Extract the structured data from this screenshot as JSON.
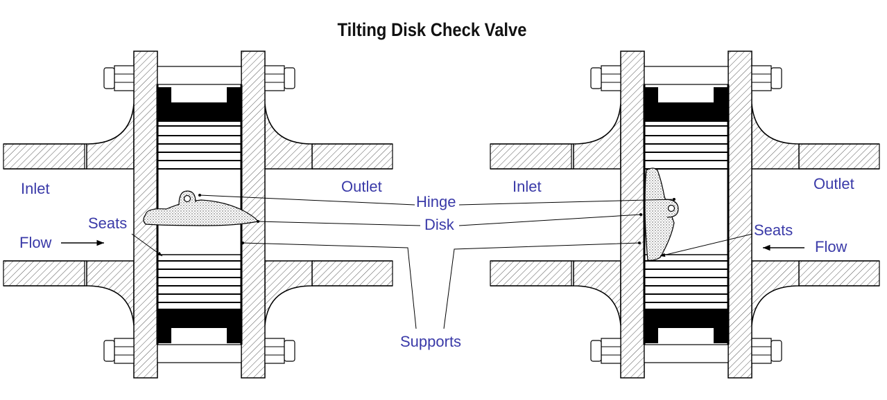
{
  "diagram": {
    "title": "Tilting Disk Check Valve",
    "labels": {
      "inlet_left": "Inlet",
      "outlet_left": "Outlet",
      "inlet_right": "Inlet",
      "outlet_right": "Outlet",
      "seats_left": "Seats",
      "seats_right": "Seats",
      "flow_left": "Flow",
      "flow_right": "Flow",
      "hinge": "Hinge",
      "disk": "Disk",
      "supports": "Supports"
    },
    "colors": {
      "label": "#3a3aa8",
      "outline": "#000000",
      "hatch": "#555555"
    }
  }
}
